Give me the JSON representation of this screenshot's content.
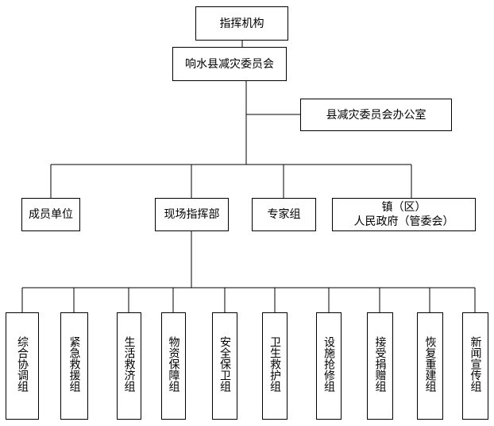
{
  "title": "指挥机构",
  "top": "响水县减灾委员会",
  "office": "县减灾委员会办公室",
  "level2": {
    "members": "成员单位",
    "field_command": "现场指挥部",
    "experts": "专家组",
    "town_line1": "镇（区）",
    "town_line2": "人民政府（管委会）"
  },
  "groups": [
    "综合协调组",
    "紧急救援组",
    "生活救济组",
    "物资保障组",
    "安全保卫组",
    "卫生救护组",
    "设施抢修组",
    "接受捐赠组",
    "恢复重建组",
    "新闻宣传组"
  ]
}
